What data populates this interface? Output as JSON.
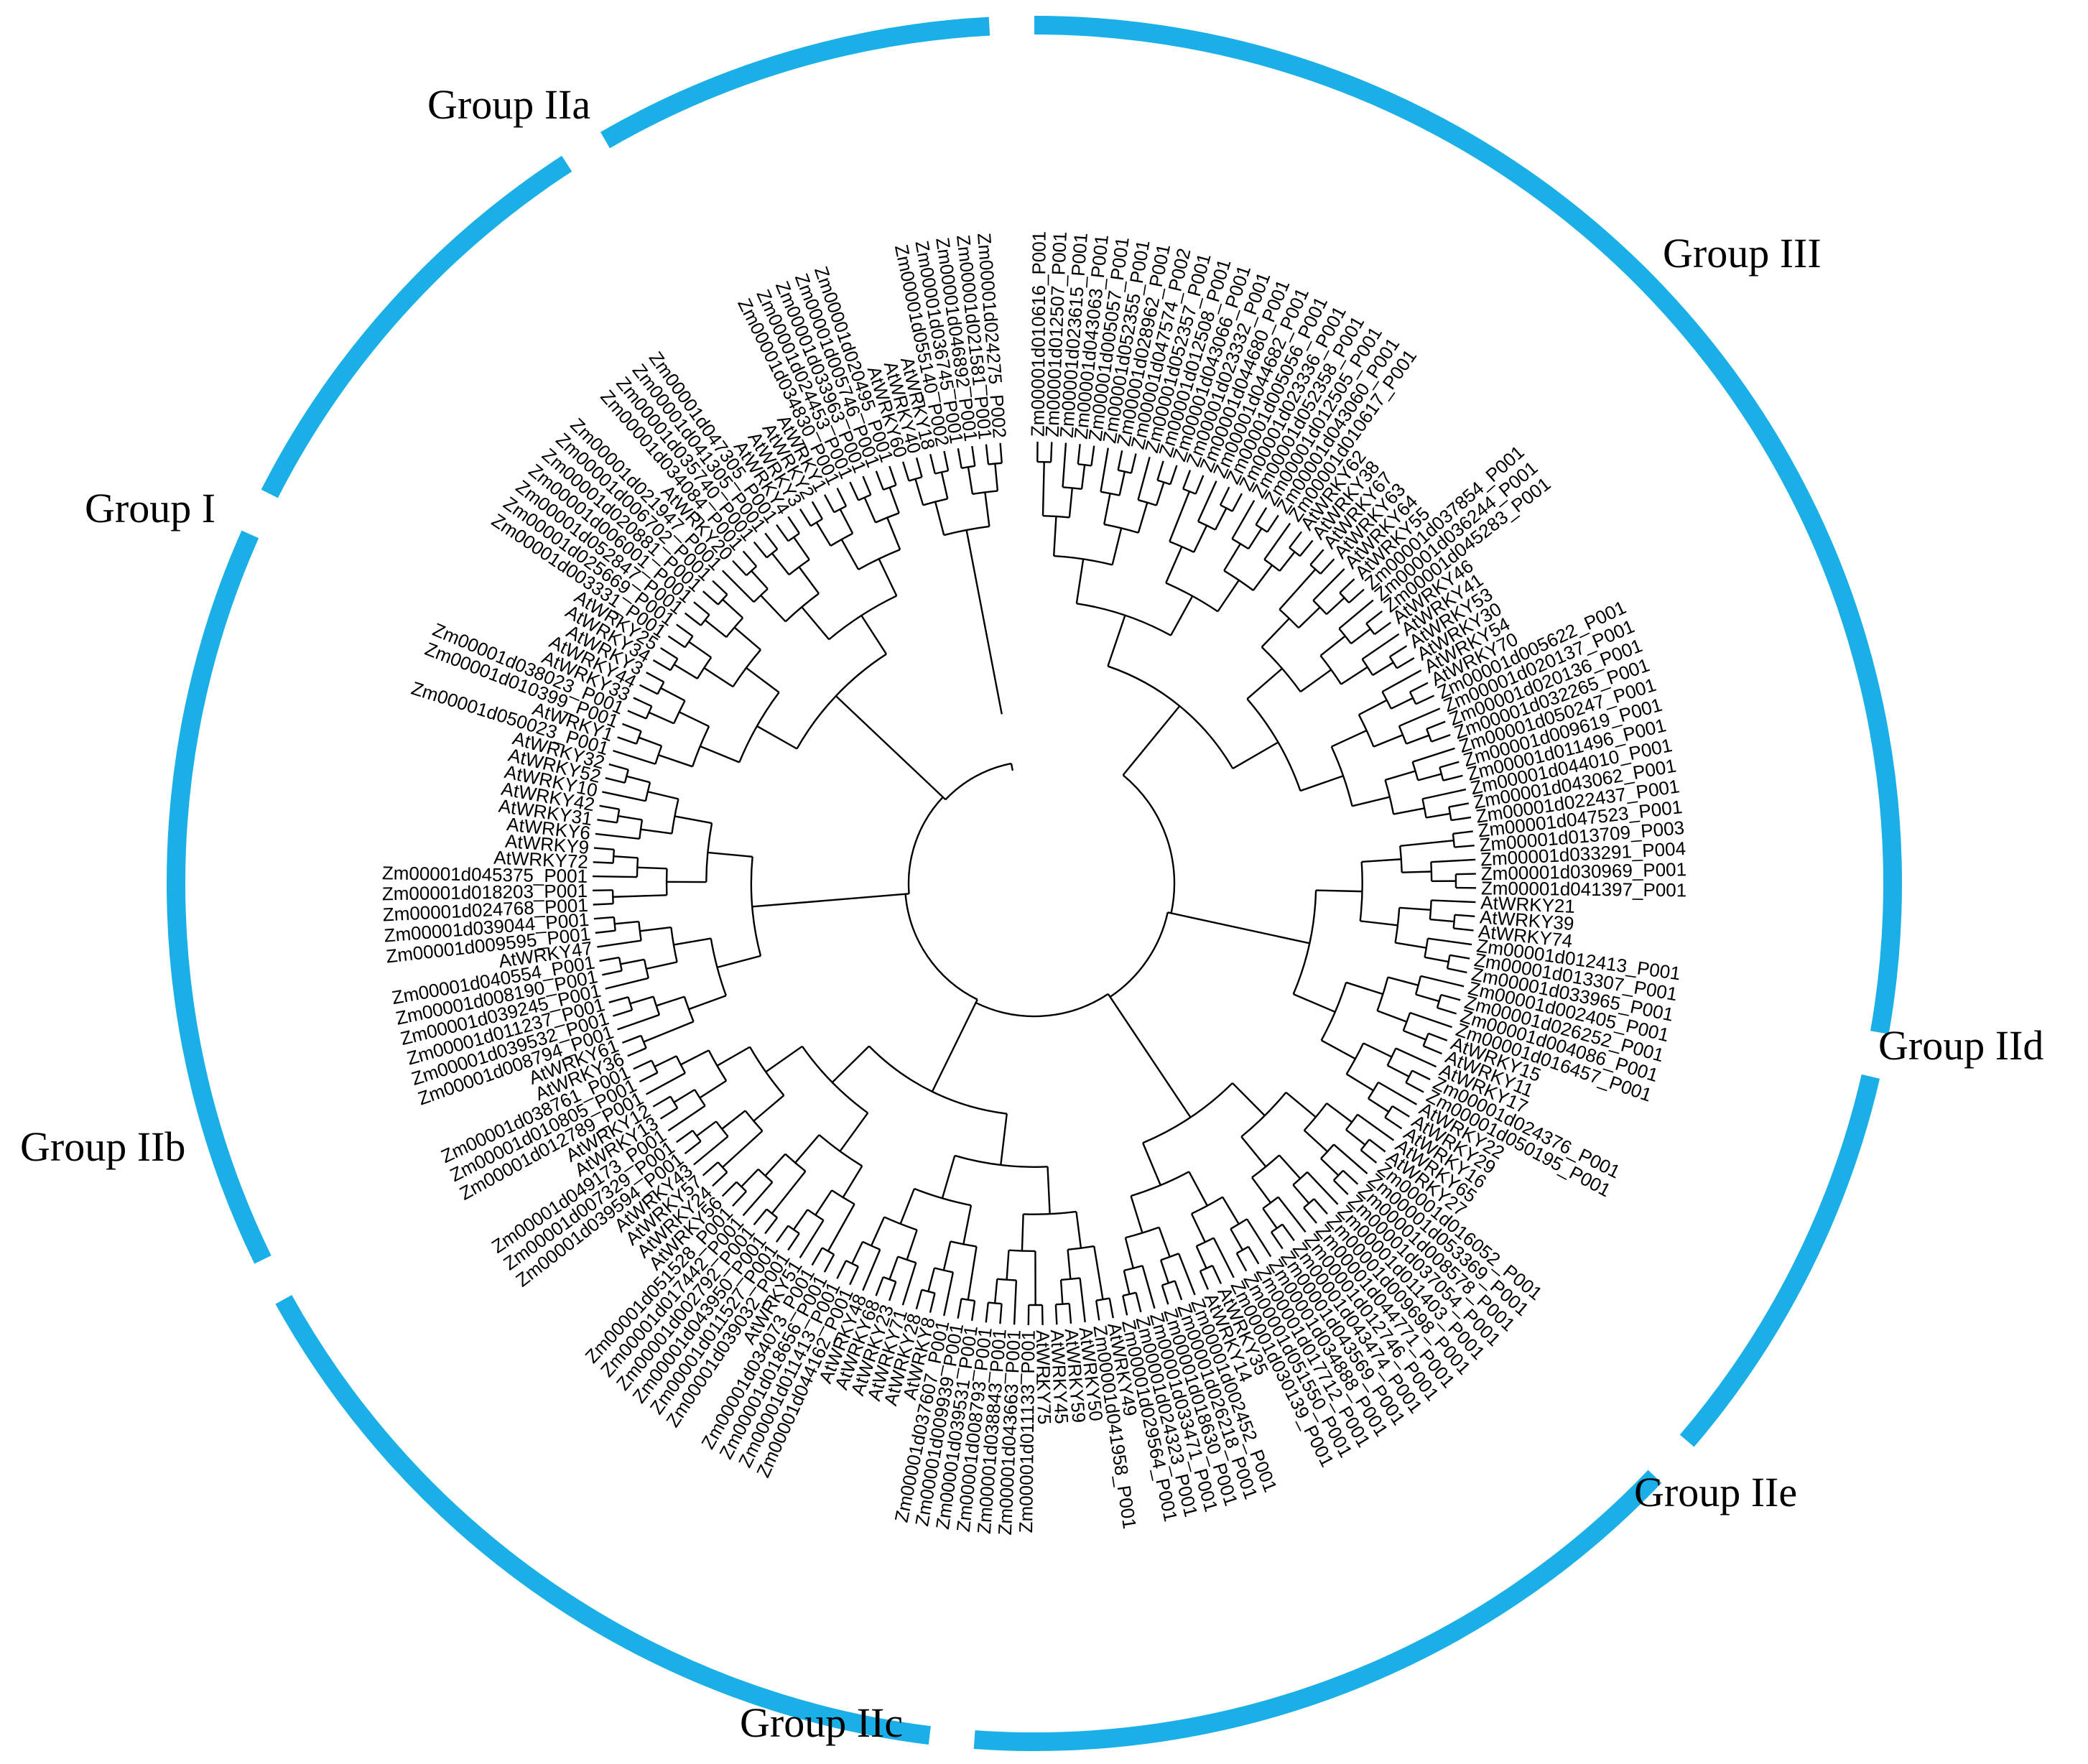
{
  "figure": {
    "band_color": "#1aafe6",
    "groups": [
      {
        "name": "Group IIa",
        "leaves": [
          "Zm00001d024275_P002",
          "Zm00001d021581_P001",
          "Zm00001d046892_P001",
          "Zm00001d036745_P001",
          "Zm00001d055140_P002",
          "AtWRKY18",
          "AtWRKY40",
          "AtWRKY60"
        ]
      },
      {
        "name": "Group I",
        "leaves": [
          "Zm00001d020495_P001",
          "Zm00001d005746_P001",
          "Zm00001d033963_P001",
          "Zm00001d024453_P001",
          "Zm00001d034830_P001",
          "AtWRKY1",
          "AtWRKY2",
          "AtWRKY3",
          "AtWRKY4",
          "Zm00001d047305_P001",
          "Zm00001d041305_P001",
          "Zm00001d035740_P001",
          "Zm00001d034084_P001",
          "AtWRKY20",
          "Zm00001d021947_P001",
          "Zm00001d006702_P001",
          "Zm00001d020881_P001",
          "Zm00001d006001_P001",
          "Zm00001d052847_P001",
          "Zm00001d025669_P001",
          "Zm00001d003331_P001",
          "AtWRKY25",
          "AtWRKY34",
          "AtWRKY3",
          "AtWRKY44",
          "AtWRKY33",
          "Zm00001d038023_P001",
          "Zm00001d010399_P001",
          "AtWRKY1",
          "Zm00001d050023_P001"
        ]
      },
      {
        "name": "Group IIb",
        "leaves": [
          "AtWRKY32",
          "AtWRKY52",
          "AtWRKY10",
          "AtWRKY42",
          "AtWRKY31",
          "AtWRKY6",
          "AtWRKY9",
          "AtWRKY72",
          "Zm00001d045375_P001",
          "Zm00001d018203_P001",
          "Zm00001d024768_P001",
          "Zm00001d039044_P001",
          "Zm00001d009595_P001",
          "AtWRKY47",
          "Zm00001d040554_P001",
          "Zm00001d008190_P001",
          "Zm00001d039245_P001",
          "Zm00001d011237_P001",
          "Zm00001d039532_P001",
          "Zm00001d008794_P001",
          "AtWRKY61",
          "AtWRKY36"
        ]
      },
      {
        "name": "Group IIc",
        "leaves": [
          "Zm00001d038761_P001",
          "Zm00001d010805_P001",
          "Zm00001d012789_P001",
          "AtWRKY12",
          "AtWRKY13",
          "Zm00001d049173_P001",
          "Zm00001d007329_P001",
          "Zm00001d039594_P001",
          "AtWRKY43",
          "AtWRKY57",
          "AtWRKY24",
          "AtWRKY56",
          "Zm00001d051528_P001",
          "Zm00001d017442_P001",
          "Zm00001d002792_P001",
          "Zm00001d043950_P001",
          "Zm00001d011527_P001",
          "Zm00001d039032_P001",
          "AtWRKY51",
          "Zm00001d034073_P001",
          "Zm00001d018656_P001",
          "Zm00001d011413_P001",
          "Zm00001d044162_P001",
          "AtWRKY48",
          "AtWRKY68",
          "AtWRKY23",
          "AtWRKY71",
          "AtWRKY28",
          "AtWRKY8",
          "Zm00001d037607_P001",
          "Zm00001d009939_P001",
          "Zm00001d039531_P001",
          "Zm00001d008793_P001",
          "Zm00001d038843_P001",
          "Zm00001d043663_P001",
          "Zm00001d011133_P001",
          "AtWRKY75",
          "AtWRKY45",
          "AtWRKY59",
          "AtWRKY50",
          "Zm00001d041958_P001",
          "AtWRKY49"
        ]
      },
      {
        "name": "Group IIe",
        "leaves": [
          "Zm00001d029564_P001",
          "Zm00001d024323_P001",
          "Zm00001d033471_P001",
          "Zm00001d018630_P001",
          "Zm00001d026218_P001",
          "Zm00001d002452_P001",
          "AtWRKY14",
          "AtWRKY35",
          "Zm00001d030139_P001",
          "Zm00001d051550_P001",
          "Zm00001d017712_P001",
          "Zm00001d034888_P001",
          "Zm00001d043569_P001",
          "Zm00001d043474_P001",
          "Zm00001d012746_P001",
          "Zm00001d044771_P001",
          "Zm00001d009698_P001",
          "Zm00001d011403_P001",
          "Zm00001d037054_P001",
          "Zm00001d008578_P001",
          "Zm00001d053369_P001",
          "Zm00001d016052_P001",
          "AtWRKY27",
          "AtWRKY65"
        ]
      },
      {
        "name": "Group IId",
        "leaves": [
          "AtWRKY16",
          "AtWRKY29",
          "AtWRKY22",
          "Zm00001d050195_P001",
          "Zm00001d024376_P001",
          "AtWRKY17",
          "AtWRKY11",
          "AtWRKY15",
          "Zm00001d016457_P001",
          "Zm00001d004086_P001",
          "Zm00001d026252_P001",
          "Zm00001d002405_P001",
          "Zm00001d033965_P001",
          "Zm00001d013307_P001",
          "Zm00001d012413_P001",
          "AtWRKY74",
          "AtWRKY39",
          "AtWRKY21",
          "Zm00001d041397_P001",
          "Zm00001d030969_P001",
          "Zm00001d033291_P004",
          "Zm00001d013709_P003",
          "Zm00001d047523_P001"
        ]
      },
      {
        "name": "Group III",
        "leaves": [
          "Zm00001d022437_P001",
          "Zm00001d043062_P001",
          "Zm00001d044010_P001",
          "Zm00001d011496_P001",
          "Zm00001d009619_P001",
          "Zm00001d050247_P001",
          "Zm00001d032265_P001",
          "Zm00001d020136_P001",
          "Zm00001d020137_P001",
          "Zm00001d005622_P001",
          "AtWRKY70",
          "AtWRKY54",
          "AtWRKY30",
          "AtWRKY53",
          "AtWRKY41",
          "AtWRKY46",
          "Zm00001d045283_P001",
          "Zm00001d036244_P001",
          "Zm00001d037854_P001",
          "AtWRKY55",
          "AtWRKY64",
          "AtWRKY63",
          "AtWRKY67",
          "AtWRKY38",
          "AtWRKY62",
          "Zm00001d010617_P001",
          "Zm00001d043060_P001",
          "Zm00001d012505_P001",
          "Zm00001d052358_P001",
          "Zm00001d023336_P001",
          "Zm00001d005056_P001",
          "Zm00001d044682_P001",
          "Zm00001d044680_P001",
          "Zm00001d023332_P001",
          "Zm00001d043066_P001",
          "Zm00001d012508_P001",
          "Zm00001d052357_P001",
          "Zm00001d047574_P002",
          "Zm00001d028962_P001",
          "Zm00001d052355_P001",
          "Zm00001d005057_P001",
          "Zm00001d043063_P001",
          "Zm00001d023615_P001",
          "Zm00001d012507_P001",
          "Zm00001d010616_P001"
        ]
      }
    ]
  }
}
